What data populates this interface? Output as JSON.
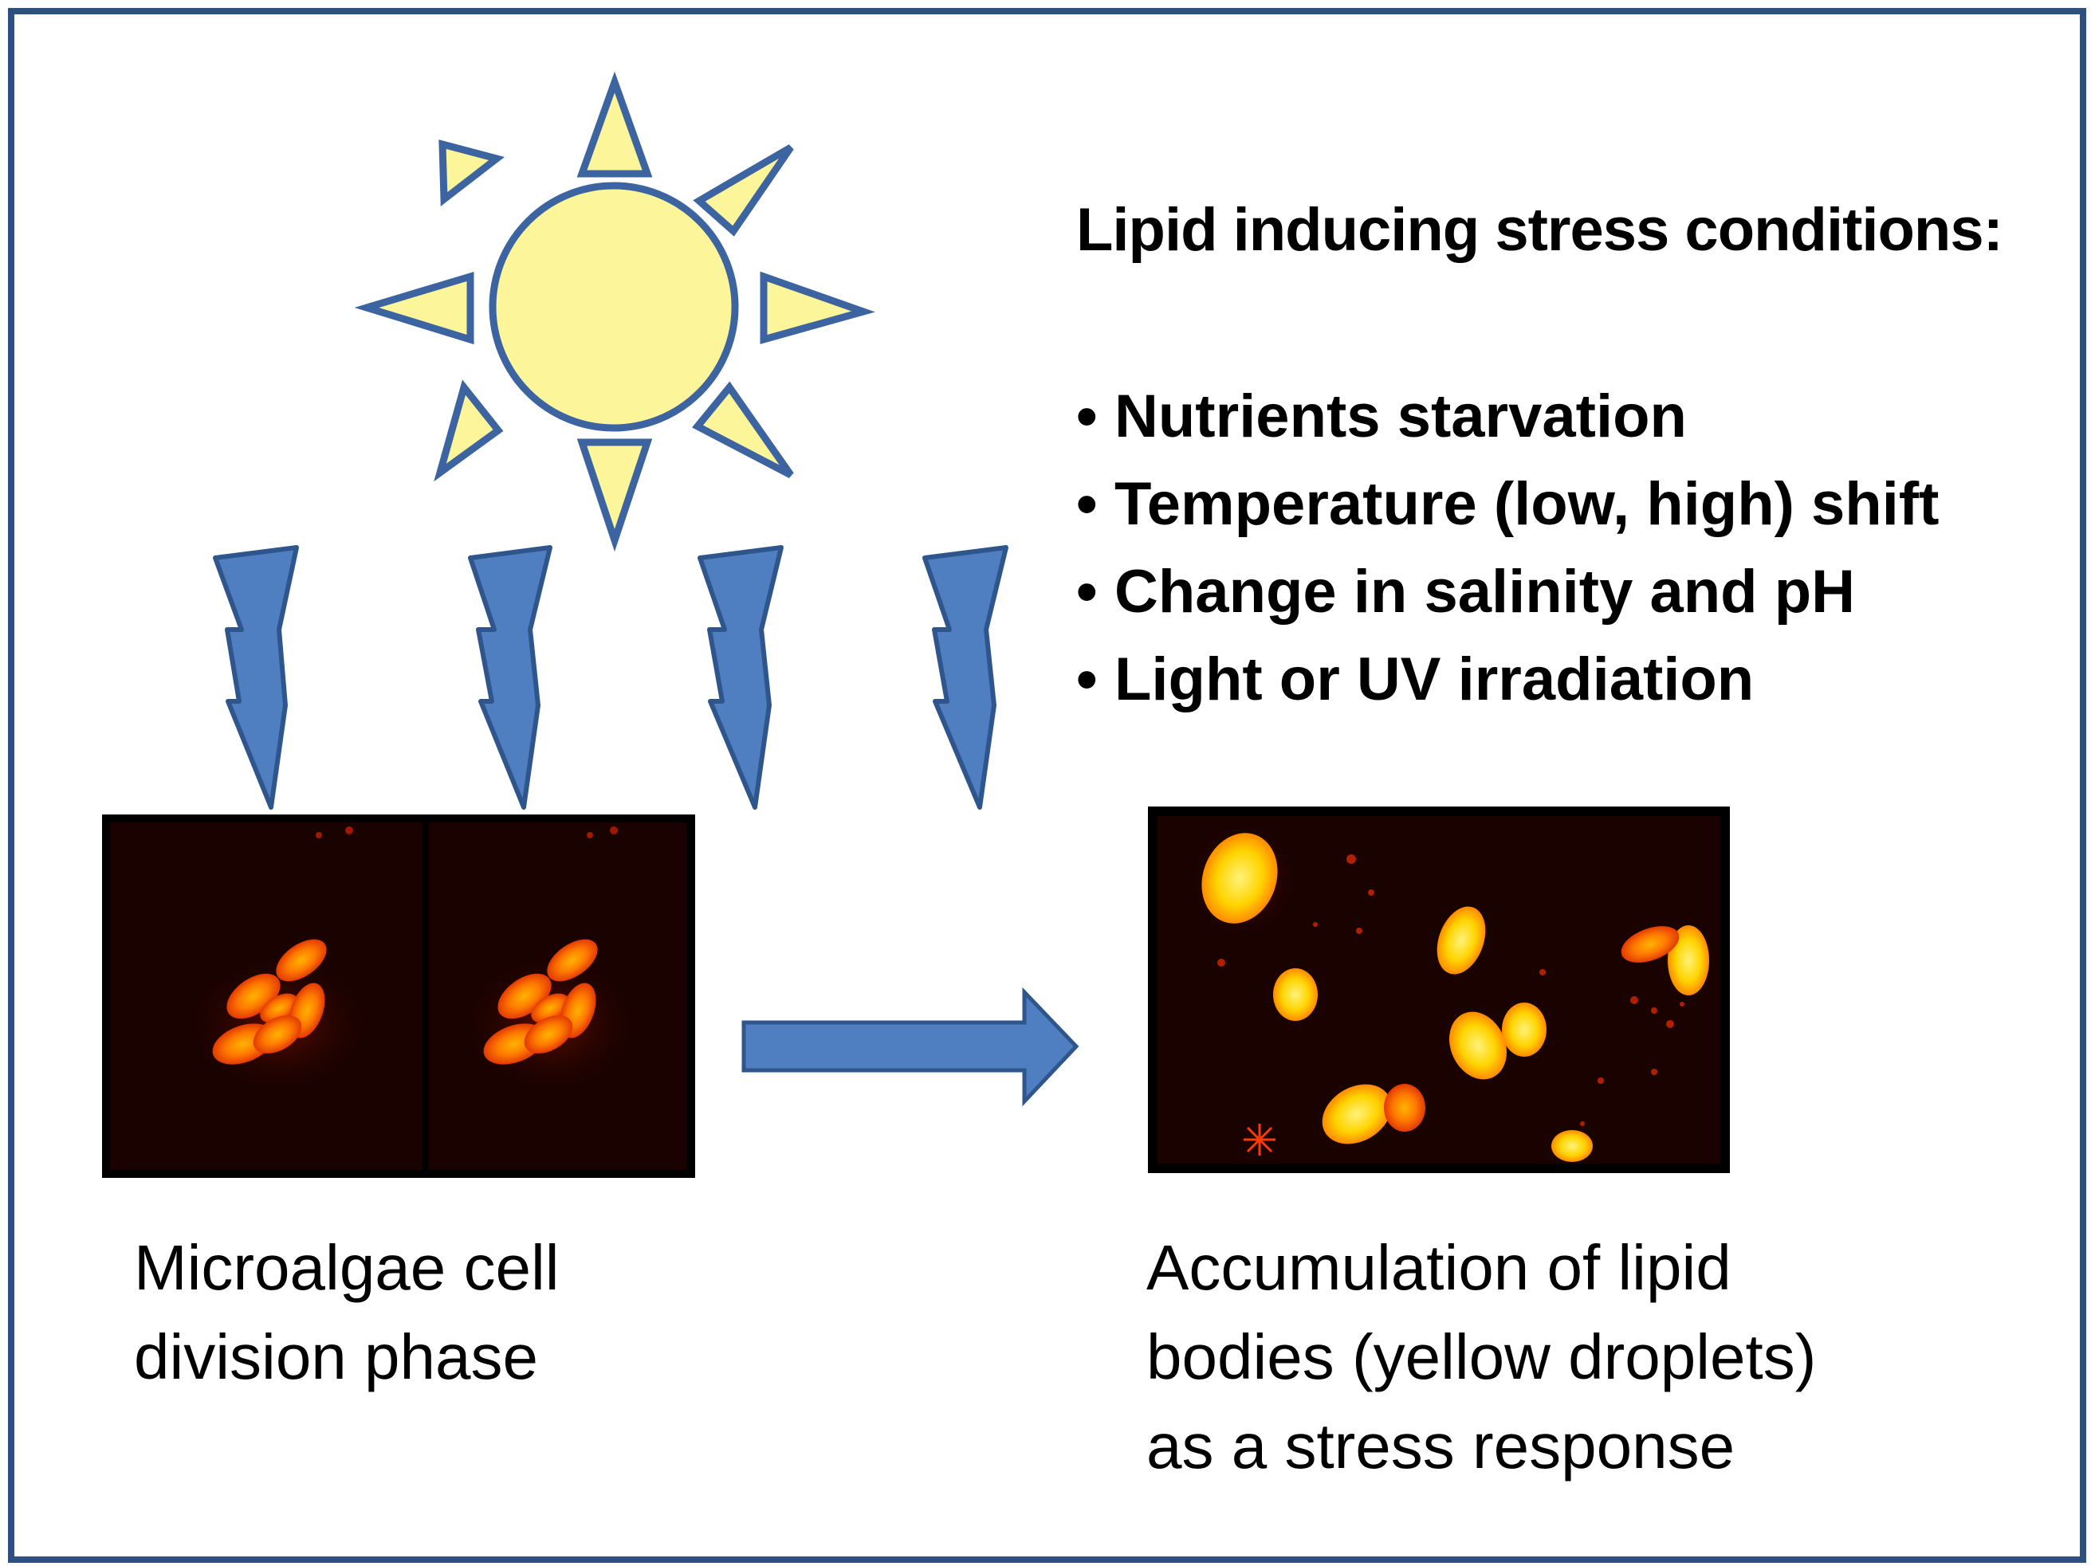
{
  "heading": "Lipid inducing stress conditions:",
  "conditions": [
    "Nutrients starvation",
    "Temperature (low, high) shift",
    "Change in salinity and pH",
    "Light or UV irradiation"
  ],
  "captions": {
    "left_line1": "Microalgae cell",
    "left_line2": "division phase",
    "right_line1": "Accumulation of lipid",
    "right_line2": "bodies (yellow droplets)",
    "right_line3": "as a stress  response"
  },
  "colors": {
    "frame": "#2e5080",
    "sun_fill": "#fdf59a",
    "sun_stroke": "#3c64a0",
    "bolt_fill": "#4f7fc0",
    "bolt_stroke": "#2f558d",
    "arrow_fill": "#4f7fc0",
    "micrograph_bg": "#1a0200",
    "cell_orange": "#ff6a00",
    "cell_yellow": "#ffd700"
  },
  "icons": [
    "sun-icon",
    "lightning-bolt-icon",
    "right-arrow-icon"
  ]
}
